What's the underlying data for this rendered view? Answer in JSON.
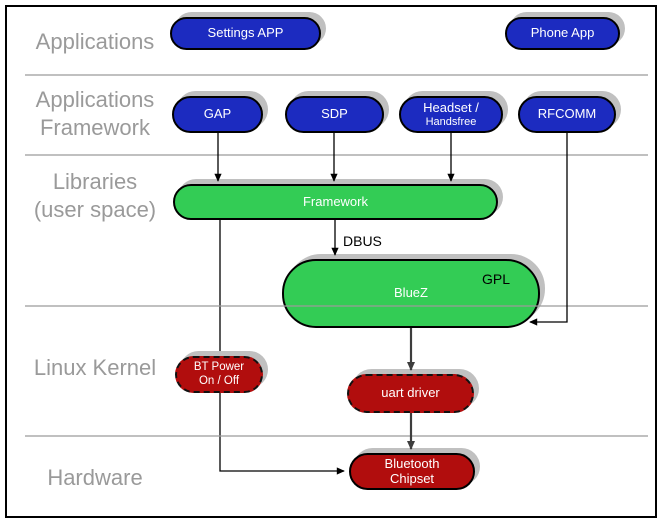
{
  "layers": {
    "applications": "Applications",
    "app_framework_line1": "Applications",
    "app_framework_line2": "Framework",
    "libraries_line1": "Libraries",
    "libraries_line2": "(user space)",
    "linux_kernel": "Linux Kernel",
    "hardware": "Hardware"
  },
  "nodes": {
    "settings_app": {
      "label": "Settings APP"
    },
    "phone_app": {
      "label": "Phone App"
    },
    "gap": {
      "label": "GAP"
    },
    "sdp": {
      "label": "SDP"
    },
    "headset": {
      "line1": "Headset /",
      "line2": "Handsfree"
    },
    "rfcomm": {
      "label": "RFCOMM"
    },
    "framework": {
      "label": "Framework"
    },
    "bluez": {
      "label": "BlueZ",
      "license_tag": "GPL"
    },
    "bt_power": {
      "line1": "BT Power",
      "line2": "On / Off"
    },
    "uart_driver": {
      "label": "uart driver"
    },
    "bluetooth_chipset": {
      "line1": "Bluetooth",
      "line2": "Chipset"
    }
  },
  "edge_labels": {
    "dbus": "DBUS"
  },
  "colors": {
    "application_pill": "#1c2bc0",
    "library_pill": "#33cc55",
    "kernel_pill": "#b10d0d",
    "pill_shadow": "#c0c0c0",
    "layer_label": "#9a9a9a",
    "divider": "#9a9a9a",
    "connector": "#000000",
    "kernel_connector": "#3d3d3d"
  }
}
